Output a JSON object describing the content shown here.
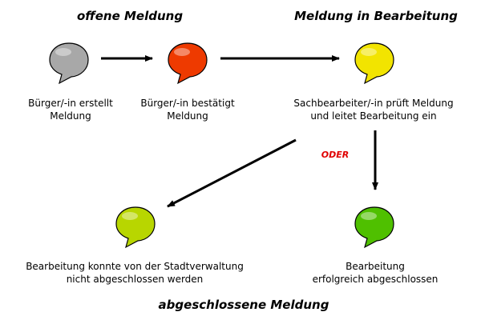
{
  "headings": {
    "open": "offene Meldung",
    "in_progress": "Meldung in Bearbeitung",
    "closed": "abgeschlossene Meldung"
  },
  "states": [
    {
      "icon": "gray-speech-bubble-icon",
      "color": "#a8a8a8",
      "lines": [
        "Bürger/-in erstellt",
        "Meldung"
      ]
    },
    {
      "icon": "red-speech-bubble-icon",
      "color": "#ee3a00",
      "lines": [
        "Bürger/-in bestätigt",
        "Meldung"
      ]
    },
    {
      "icon": "yellow-speech-bubble-icon",
      "color": "#f2e400",
      "lines": [
        "Sachbearbeiter/-in prüft Meldung",
        "und leitet Bearbeitung ein"
      ]
    },
    {
      "icon": "yellow-green-speech-bubble-icon",
      "color": "#b8d600",
      "lines": [
        "Bearbeitung konnte von der Stadtverwaltung",
        "nicht abgeschlossen werden"
      ]
    },
    {
      "icon": "green-speech-bubble-icon",
      "color": "#4fc000",
      "lines": [
        "Bearbeitung",
        "erfolgreich abgeschlossen"
      ]
    }
  ],
  "or_label": "ODER",
  "colors": {
    "or_label": "#e00000",
    "arrow": "#000000",
    "outline": "#000000"
  }
}
